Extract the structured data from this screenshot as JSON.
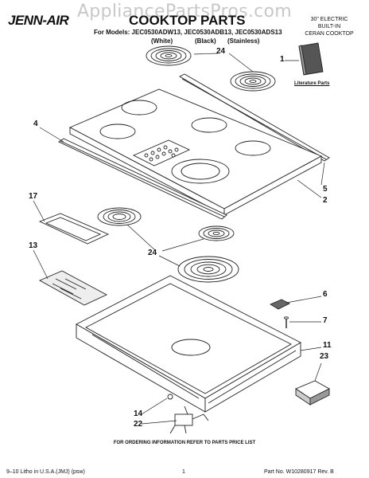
{
  "watermark": "AppliancePartsPros.com",
  "header": {
    "brand": "JENN-AIR",
    "title": "COOKTOP PARTS",
    "models_line": "For Models: JEC0530ADW13, JEC0530ADB13, JEC0530ADS13",
    "variants": [
      "(White)",
      "(Black)",
      "(Stainless)"
    ],
    "product_desc": [
      "30\" ELECTRIC",
      "BUILT-IN",
      "CERAN COOKTOP"
    ]
  },
  "literature_label": "Literature Parts",
  "callouts": {
    "c1": "1",
    "c24_top": "24",
    "c4": "4",
    "c5": "5",
    "c2": "2",
    "c17": "17",
    "c13": "13",
    "c24_mid": "24",
    "c6": "6",
    "c7": "7",
    "c11": "11",
    "c23": "23",
    "c14": "14",
    "c22": "22"
  },
  "footer": {
    "note": "FOR ORDERING INFORMATION REFER TO PARTS PRICE LIST",
    "left": "9–10 Litho in U.S.A.(JMJ) (psw)",
    "page": "1",
    "right": "Part No. W10280917 Rev. B"
  }
}
